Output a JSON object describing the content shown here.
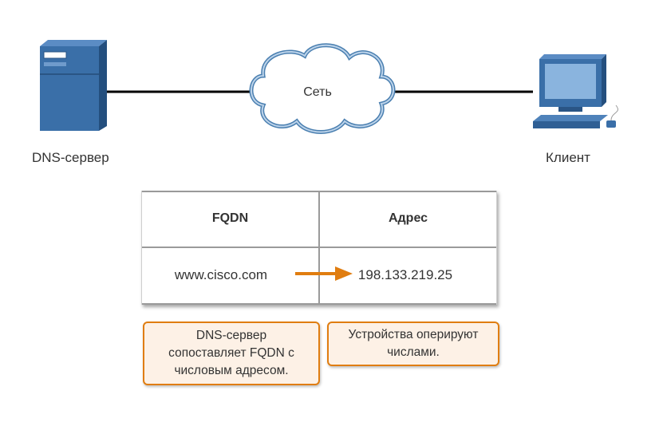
{
  "topology": {
    "server_label": "DNS-сервер",
    "network_label": "Сеть",
    "client_label": "Клиент"
  },
  "table": {
    "headers": [
      "FQDN",
      "Адрес"
    ],
    "row": [
      "www.cisco.com",
      "198.133.219.25"
    ]
  },
  "callouts": {
    "left": [
      "DNS-сервер",
      "сопоставляет FQDN с",
      "числовым адресом."
    ],
    "right": [
      "Устройства оперируют",
      "числами."
    ]
  },
  "colors": {
    "device_blue": "#3a6fa8",
    "link_line": "#000000",
    "cloud_outline": "#4a7fb0",
    "accent_orange": "#e07d10",
    "callout_fill": "#fdf1e6"
  }
}
